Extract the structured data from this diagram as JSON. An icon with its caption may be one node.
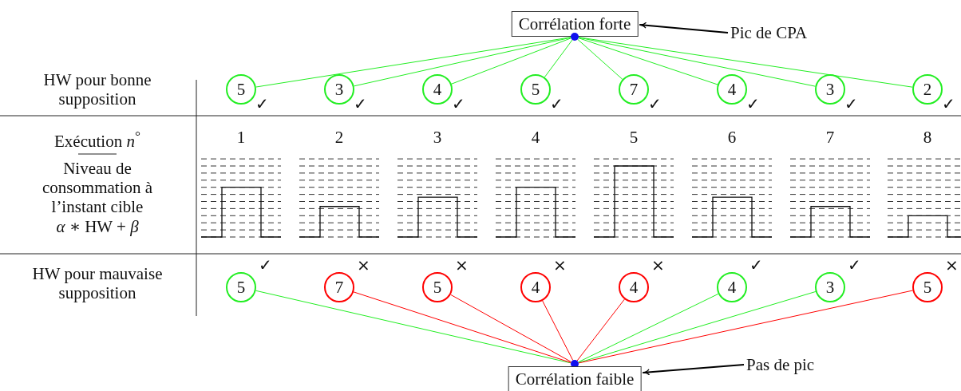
{
  "diagram": {
    "nodes": [
      {
        "text": [
          "Corrélation forte"
        ]
      },
      {
        "text": [
          "Pic de CPA"
        ]
      },
      {
        "text": [],
        "shape": "circle"
      },
      {
        "text": [
          "5"
        ],
        "beside": [
          "✓"
        ]
      },
      {
        "text": [
          "3"
        ],
        "beside": [
          "✓"
        ]
      },
      {
        "text": [
          "4"
        ],
        "beside": [
          "✓"
        ]
      },
      {
        "text": [
          "5"
        ],
        "beside": [
          "✓"
        ]
      },
      {
        "text": [
          "7"
        ],
        "beside": [
          "✓"
        ]
      },
      {
        "text": [
          "4"
        ],
        "beside": [
          "✓"
        ]
      },
      {
        "text": [
          "3"
        ],
        "beside": [
          "✓"
        ]
      },
      {
        "text": [
          "2"
        ],
        "beside": [
          "✓"
        ]
      },
      {
        "text": [
          "5"
        ],
        "beside": [
          "✓"
        ]
      },
      {
        "text": [
          "7"
        ],
        "beside": [
          "×"
        ]
      },
      {
        "text": [
          "5"
        ],
        "beside": [
          "×"
        ]
      },
      {
        "text": [
          "4"
        ],
        "beside": [
          "×"
        ]
      },
      {
        "text": [
          "4"
        ],
        "beside": [
          "×"
        ]
      },
      {
        "text": [
          "4"
        ],
        "beside": [
          "✓"
        ]
      },
      {
        "text": [
          "3"
        ],
        "beside": [
          "✓"
        ]
      },
      {
        "text": [
          "5"
        ],
        "beside": [
          "×"
        ]
      },
      {
        "text": [],
        "shape": "circle"
      },
      {
        "text": [
          "Corrélation faible"
        ]
      },
      {
        "text": [
          "Pas de pic"
        ]
      }
    ],
    "edges": [
      {
        "from": 1,
        "to": 0,
        "arrow": "to",
        "color": "#000000"
      },
      {
        "from": 3,
        "to": 2,
        "arrow": "none"
      },
      {
        "from": 4,
        "to": 2,
        "arrow": "none"
      },
      {
        "from": 5,
        "to": 2,
        "arrow": "none"
      },
      {
        "from": 6,
        "to": 2,
        "arrow": "none"
      },
      {
        "from": 7,
        "to": 2,
        "arrow": "none"
      },
      {
        "from": 8,
        "to": 2,
        "arrow": "none"
      },
      {
        "from": 9,
        "to": 2,
        "arrow": "none"
      },
      {
        "from": 10,
        "to": 2,
        "arrow": "none"
      },
      {
        "from": 11,
        "to": 19,
        "arrow": "none"
      },
      {
        "from": 12,
        "to": 19,
        "arrow": "none",
        "color": "#ff0000"
      },
      {
        "from": 13,
        "to": 19,
        "arrow": "none",
        "color": "#ff0000"
      },
      {
        "from": 14,
        "to": 19,
        "arrow": "none",
        "color": "#ff0000"
      },
      {
        "from": 15,
        "to": 19,
        "arrow": "none",
        "color": "#ff0000"
      },
      {
        "from": 16,
        "to": 19,
        "arrow": "none"
      },
      {
        "from": 17,
        "to": 19,
        "arrow": "none"
      },
      {
        "from": 18,
        "to": 19,
        "arrow": "none",
        "color": "#ff0000"
      },
      {
        "from": 21,
        "to": 20,
        "arrow": "to",
        "color": "#000000"
      }
    ],
    "labels": [
      "HW pour bonne supposition",
      "Exécution *n*$^{°}$",
      "1",
      "2",
      "3",
      "4",
      "5",
      "6",
      "7",
      "8",
      "Niveau de consommation à l’instant cible",
      "*α* ∗ HW + *β*",
      "HW pour mauvaise supposition"
    ]
  }
}
